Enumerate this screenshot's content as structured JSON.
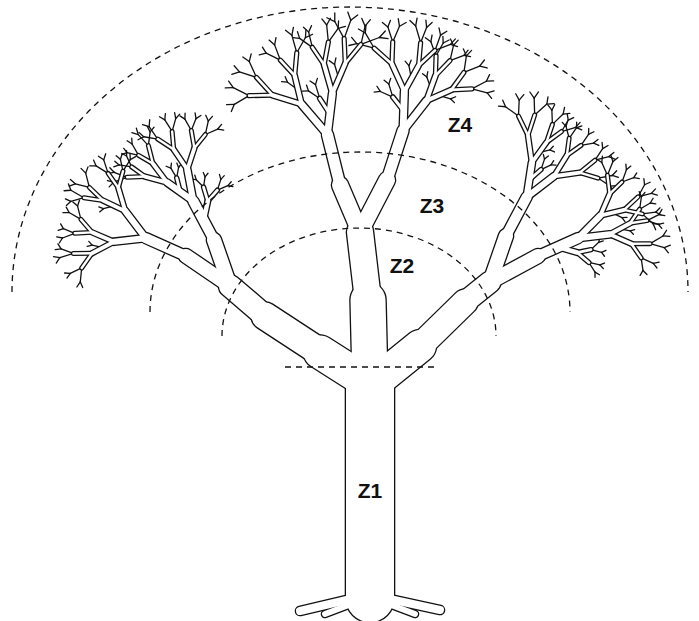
{
  "diagram": {
    "labels": [
      "Z1",
      "Z2",
      "Z3",
      "Z4"
    ]
  }
}
